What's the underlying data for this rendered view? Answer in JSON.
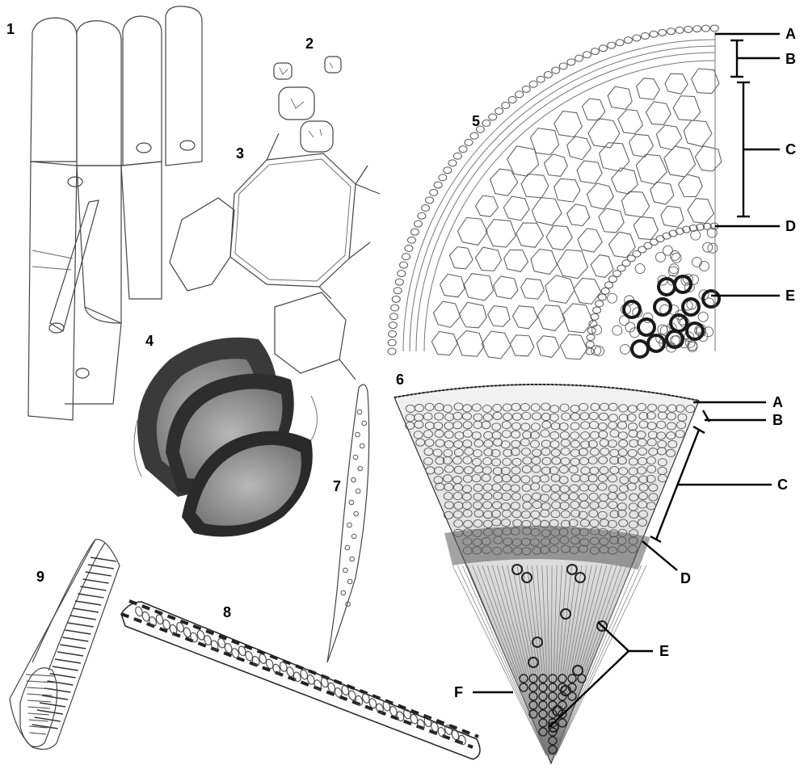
{
  "figures": [
    {
      "id": "fig1",
      "number": "1"
    },
    {
      "id": "fig2",
      "number": "2"
    },
    {
      "id": "fig3",
      "number": "3"
    },
    {
      "id": "fig4",
      "number": "4"
    },
    {
      "id": "fig5",
      "number": "5"
    },
    {
      "id": "fig6",
      "number": "6"
    },
    {
      "id": "fig7",
      "number": "7"
    },
    {
      "id": "fig8",
      "number": "8"
    },
    {
      "id": "fig9",
      "number": "9"
    }
  ],
  "fig5_labels": {
    "a": "A",
    "b": "B",
    "c": "C",
    "d": "D",
    "e": "E"
  },
  "fig6_labels": {
    "a": "A",
    "b": "B",
    "c": "C",
    "d": "D",
    "e": "E",
    "f": "F"
  },
  "colors": {
    "ink": "#111111",
    "pencil": "#444444",
    "shade": "#9a9a9a",
    "background": "#ffffff"
  }
}
